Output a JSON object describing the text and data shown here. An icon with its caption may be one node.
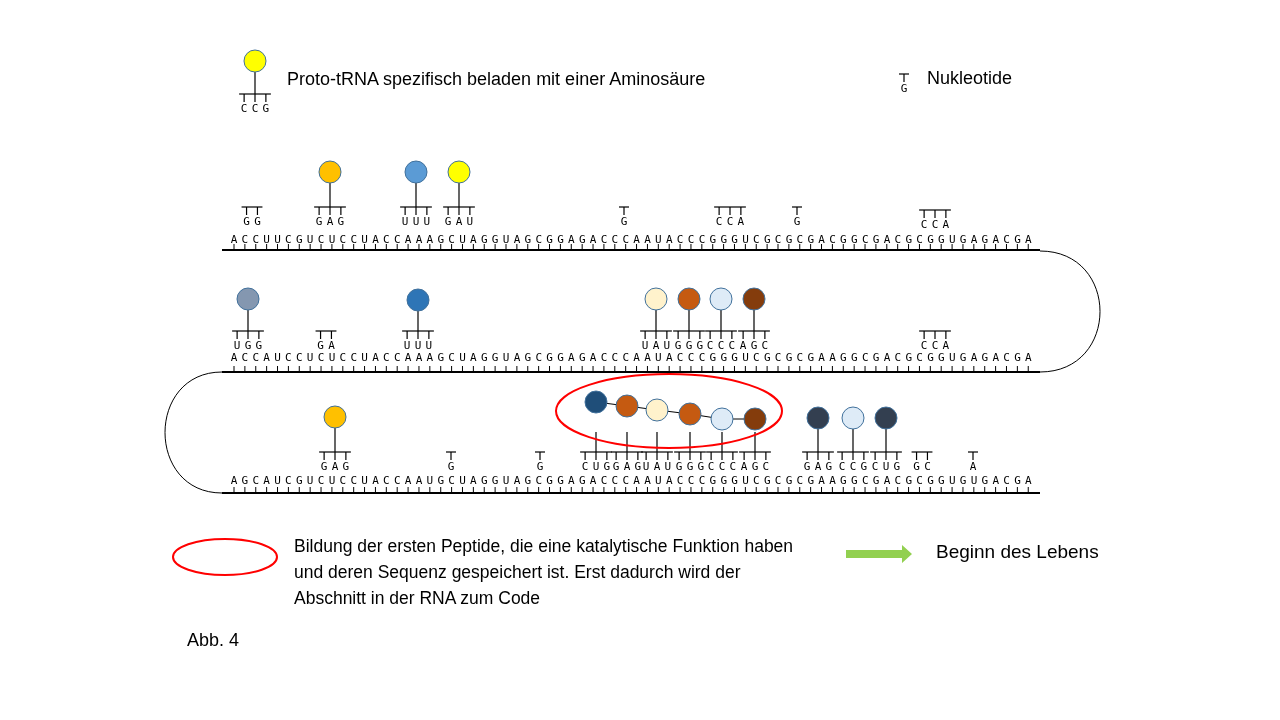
{
  "diagram": {
    "caption": "Abb. 4",
    "labels": [
      "CCG",
      "G",
      "GG",
      "GAG",
      "UUU",
      "GAU",
      "G",
      "CCA",
      "G",
      "CCA",
      "ACCUUCGUCUCCUACCAAAGCUAGGUAGCGGAGACCCAAUACCCGGGUCGCGCGACGGCGACGCGGUGAGACGA",
      "UGG",
      "GA",
      "UUU",
      "UAU",
      "GGG",
      "CCC",
      "AGC",
      "CCA",
      "ACCAUCCUCUCCUACCAAAGCUAGGUAGCGGAGACCCAAUACCCGGGUCGCGCGAAGGCGACGCGGUGAGACGA",
      "GAG",
      "G",
      "G",
      "CUG",
      "GAG",
      "UAU",
      "GGG",
      "CCC",
      "AGC",
      "GAG",
      "CCG",
      "CUG",
      "GC",
      "A",
      "AGCAUCGUCUCCUACCAAUGCUAGGUAGCGGAGACCCAAUACCCGGGUCGCGCGAAGGCGACGCGGUGUGACGA"
    ],
    "legend": [
      {
        "text": "Proto-tRNA spezifisch beladen mit einer Aminosäure"
      },
      {
        "text": "Nukleotide"
      },
      {
        "text": "Bildung der ersten Peptide, die eine katalytische Funktion haben und deren Sequenz gespeichert ist. Erst dadurch wird der Abschnitt in der RNA zum Code",
        "color": "#ff0000"
      },
      {
        "text": "Beginn des Lebens",
        "color": "#92d050"
      }
    ]
  }
}
